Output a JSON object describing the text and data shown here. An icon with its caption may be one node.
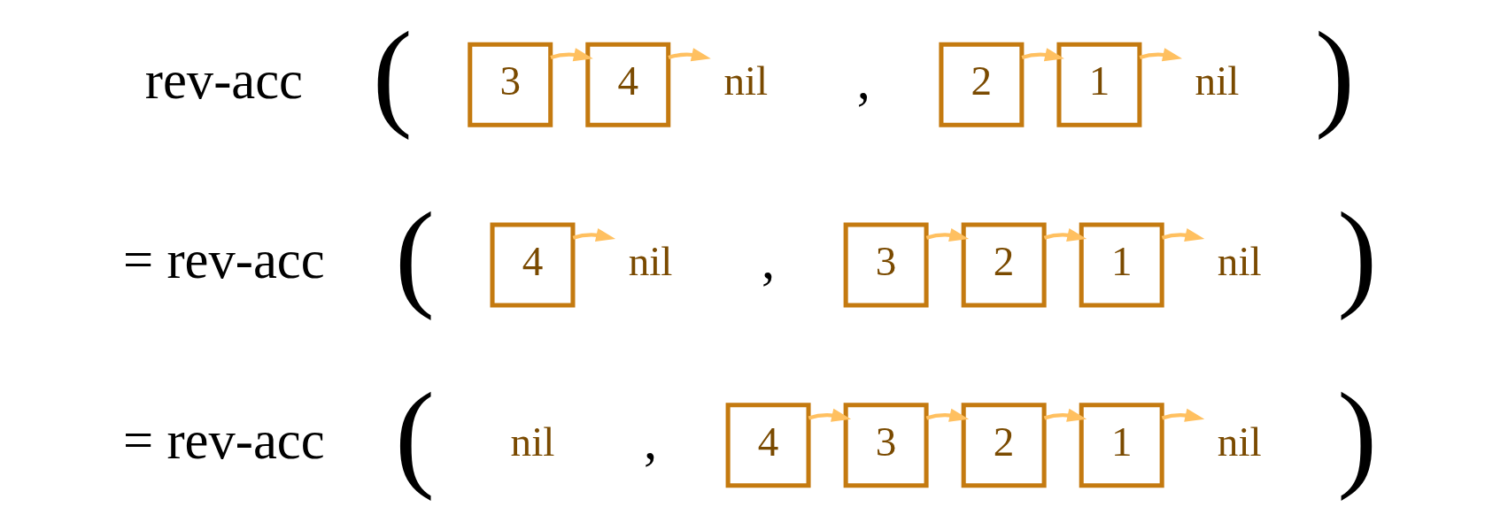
{
  "diagram": {
    "nodes": [
      {
        "text": [
          "3"
        ]
      },
      {
        "text": [
          "4"
        ]
      },
      {
        "text": [
          "nil"
        ]
      },
      {
        "text": [
          "2"
        ]
      },
      {
        "text": [
          "1"
        ]
      },
      {
        "text": [
          "nil"
        ]
      },
      {
        "text": [
          "4"
        ]
      },
      {
        "text": [
          "nil"
        ]
      },
      {
        "text": [
          "3"
        ]
      },
      {
        "text": [
          "2"
        ]
      },
      {
        "text": [
          "1"
        ]
      },
      {
        "text": [
          "nil"
        ]
      },
      {
        "text": [
          "4"
        ]
      },
      {
        "text": [
          "3"
        ]
      },
      {
        "text": [
          "2"
        ]
      },
      {
        "text": [
          "1"
        ]
      },
      {
        "text": [
          "nil"
        ]
      }
    ],
    "edges": [
      {
        "from": 0,
        "to": 1,
        "arrow": "to"
      },
      {
        "from": 1,
        "to": 2,
        "arrow": "to"
      },
      {
        "from": 3,
        "to": 4,
        "arrow": "to"
      },
      {
        "from": 4,
        "to": 5,
        "arrow": "to"
      },
      {
        "from": 6,
        "to": 7,
        "arrow": "to"
      },
      {
        "from": 8,
        "to": 9,
        "arrow": "to"
      },
      {
        "from": 9,
        "to": 10,
        "arrow": "to"
      },
      {
        "from": 10,
        "to": 11,
        "arrow": "to"
      },
      {
        "from": 12,
        "to": 13,
        "arrow": "to"
      },
      {
        "from": 13,
        "to": 14,
        "arrow": "to"
      },
      {
        "from": 14,
        "to": 15,
        "arrow": "to"
      },
      {
        "from": 15,
        "to": 16,
        "arrow": "to"
      }
    ],
    "labels": [
      "rev-acc",
      "(",
      ",",
      ")",
      "= rev-acc",
      "(",
      ",",
      ")",
      "= rev-acc",
      "(",
      "nil",
      ",",
      ")"
    ]
  }
}
